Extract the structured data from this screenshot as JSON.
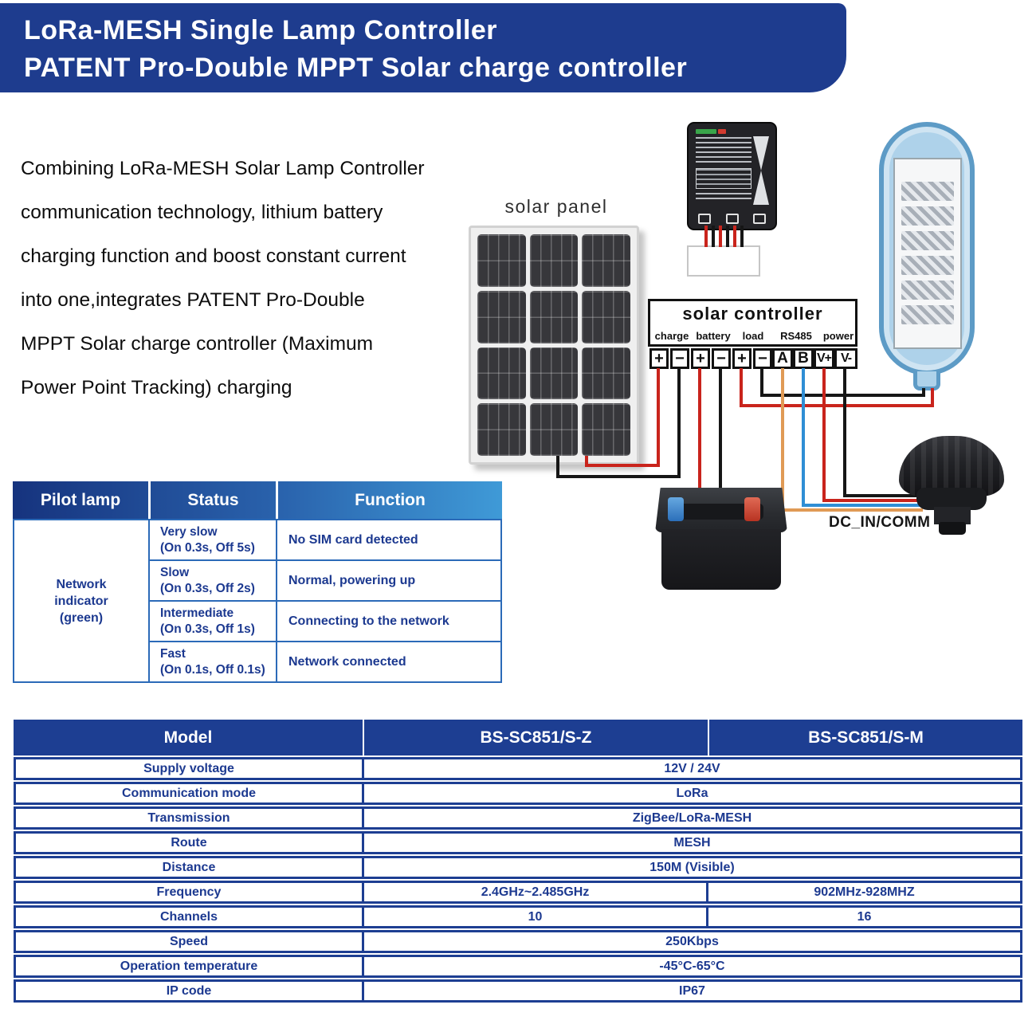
{
  "header": {
    "line1": "LoRa-MESH Single Lamp Controller",
    "line2": "PATENT Pro-Double MPPT Solar charge controller"
  },
  "intro_lines": [
    "Combining LoRa-MESH Solar Lamp Controller",
    "communication technology, lithium battery",
    "charging function and boost constant current",
    "into one,integrates PATENT Pro-Double",
    "MPPT Solar charge controller (Maximum",
    "Power Point Tracking) charging"
  ],
  "diagram": {
    "solar_panel_label": "solar panel",
    "controller_title": "solar controller",
    "terminal_groups": [
      "charge",
      "battery",
      "load",
      "RS485",
      "power"
    ],
    "terminals": [
      "+",
      "−",
      "+",
      "−",
      "+",
      "−",
      "A",
      "B",
      "V+",
      "V-"
    ],
    "sensor_label": "DC_IN/COMM"
  },
  "pilot_table": {
    "headers": [
      "Pilot lamp",
      "Status",
      "Function"
    ],
    "indicator_lines": [
      "Network",
      "indicator",
      "(green)"
    ],
    "rows": [
      {
        "status": "Very slow",
        "timing": "(On 0.3s, Off 5s)",
        "function": "No SIM card detected"
      },
      {
        "status": "Slow",
        "timing": "(On 0.3s, Off 2s)",
        "function": "Normal, powering up"
      },
      {
        "status": "Intermediate",
        "timing": "(On 0.3s, Off 1s)",
        "function": "Connecting to the network"
      },
      {
        "status": "Fast",
        "timing": "(On 0.1s, Off 0.1s)",
        "function": "Network connected"
      }
    ]
  },
  "spec_table": {
    "headers": [
      "Model",
      "BS-SC851/S-Z",
      "BS-SC851/S-M"
    ],
    "rows": [
      {
        "label": "Supply voltage",
        "value": "12V / 24V"
      },
      {
        "label": "Communication mode",
        "value": "LoRa"
      },
      {
        "label": "Transmission",
        "value": "ZigBee/LoRa-MESH"
      },
      {
        "label": "Route",
        "value": "MESH"
      },
      {
        "label": "Distance",
        "value": "150M (Visible)"
      },
      {
        "label": "Frequency",
        "value_z": "2.4GHz~2.485GHz",
        "value_m": "902MHz-928MHZ"
      },
      {
        "label": "Channels",
        "value_z": "10",
        "value_m": "16"
      },
      {
        "label": "Speed",
        "value": "250Kbps"
      },
      {
        "label": "Operation temperature",
        "value": "-45°C-65°C"
      },
      {
        "label": "IP code",
        "value": "IP67"
      }
    ]
  },
  "colors": {
    "banner_blue": "#1e3c8e",
    "table_header_blue": "#1d3e92",
    "table_text_navy": "#1c3990",
    "pilot_gradient_start": "#16337e",
    "pilot_gradient_end": "#3f9ad7",
    "wire_red": "#c9241c",
    "wire_black": "#161616",
    "wire_orange": "#e09a55",
    "wire_blue": "#2f8ed5",
    "lamp_blue": "#aed2ea",
    "lamp_border_blue": "#5d9bc6"
  }
}
